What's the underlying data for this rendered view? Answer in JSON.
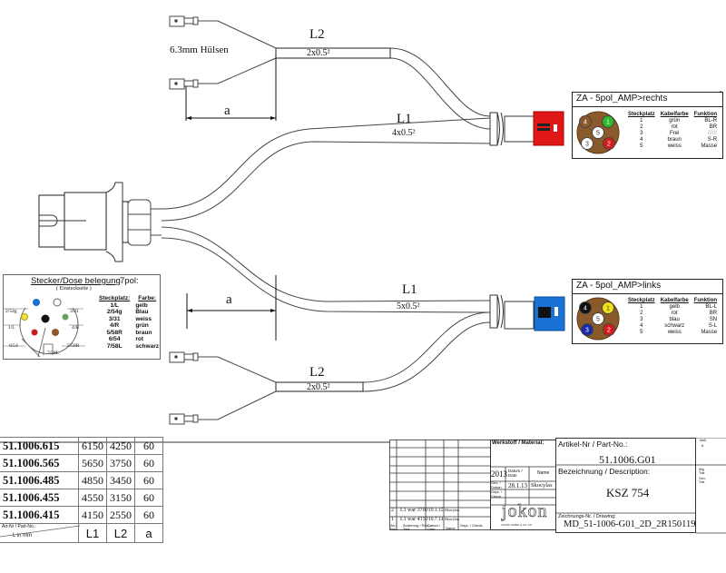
{
  "labels": {
    "hulsen": "6.3mm Hülsen",
    "l2_top": "L2",
    "l2_top_spec": "2x0.5²",
    "a_top": "a",
    "l1_top": "L1",
    "l1_top_spec": "4x0.5²",
    "a_bottom": "a",
    "l1_bottom": "L1",
    "l1_bottom_spec": "5x0.5²",
    "l2_bottom": "L2",
    "l2_bottom_spec": "2x0.5²"
  },
  "colors": {
    "connector_right": "#e01818",
    "connector_left": "#1a72d4",
    "socket_brown": "#8b5a2b"
  },
  "socket_right": {
    "title": "ZA - 5pol_AMP>rechts",
    "headers": [
      "Steckplatz",
      "Kabelfarbe",
      "Funktion"
    ],
    "rows": [
      {
        "pin": "1",
        "color": "grün",
        "function": "BL-R"
      },
      {
        "pin": "2",
        "color": "rot",
        "function": "BR"
      },
      {
        "pin": "3",
        "color": "Frei",
        "function": "//////"
      },
      {
        "pin": "4",
        "color": "braun",
        "function": "S-R"
      },
      {
        "pin": "5",
        "color": "weiss",
        "function": "Masse"
      }
    ],
    "pins": [
      {
        "n": "4",
        "color": "#8b5a2b"
      },
      {
        "n": "1",
        "color": "#2db82d"
      },
      {
        "n": "5",
        "color": "#ffffff"
      },
      {
        "n": "3",
        "color": "#ffffff"
      },
      {
        "n": "2",
        "color": "#d41c1c"
      }
    ]
  },
  "socket_left": {
    "title": "ZA - 5pol_AMP>links",
    "headers": [
      "Steckplatz",
      "Kabelfarbe",
      "Funktion"
    ],
    "rows": [
      {
        "pin": "1",
        "color": "gelb",
        "function": "BL-L"
      },
      {
        "pin": "2",
        "color": "rot",
        "function": "BR"
      },
      {
        "pin": "3",
        "color": "blau",
        "function": "SN"
      },
      {
        "pin": "4",
        "color": "schwarz",
        "function": "S-L"
      },
      {
        "pin": "5",
        "color": "weiss",
        "function": "Masse"
      }
    ],
    "pins": [
      {
        "n": "4",
        "color": "#111111"
      },
      {
        "n": "1",
        "color": "#f2e21c"
      },
      {
        "n": "5",
        "color": "#ffffff"
      },
      {
        "n": "3",
        "color": "#1c2aa8"
      },
      {
        "n": "2",
        "color": "#d41c1c"
      }
    ]
  },
  "plug7": {
    "title": "Stecker/Dose belegung",
    "title_suffix": "7pol:",
    "subtitle": "( Einsteckseite )",
    "headers": [
      "Steckplatz:",
      "Farbe:"
    ],
    "rows": [
      {
        "pin": "1/L",
        "color": "gelb"
      },
      {
        "pin": "2/54g",
        "color": "Blau"
      },
      {
        "pin": "3/31",
        "color": "weiss"
      },
      {
        "pin": "4/R",
        "color": "grün"
      },
      {
        "pin": "5/58R",
        "color": "braun"
      },
      {
        "pin": "6/54",
        "color": "rot"
      },
      {
        "pin": "7/58L",
        "color": "schwarz"
      }
    ],
    "pin_labels": [
      "2/54g",
      "3/31",
      "1/L",
      "4/R",
      "6/54",
      "5/58R",
      "7/58L"
    ]
  },
  "variants": {
    "rows": [
      {
        "part": "51.1006.615",
        "l1": "6150",
        "l2": "4250",
        "a": "60"
      },
      {
        "part": "51.1006.565",
        "l1": "5650",
        "l2": "3750",
        "a": "60"
      },
      {
        "part": "51.1006.485",
        "l1": "4850",
        "l2": "3450",
        "a": "60"
      },
      {
        "part": "51.1006.455",
        "l1": "4550",
        "l2": "3150",
        "a": "60"
      },
      {
        "part": "51.1006.415",
        "l1": "4150",
        "l2": "2550",
        "a": "60"
      }
    ],
    "footer_top": "Art-Nr / Part-No.:",
    "footer_bottom": "L in mm",
    "col_l1": "L1",
    "col_l2": "L2",
    "col_a": "a"
  },
  "title_block": {
    "revisions": [
      {
        "rev": "2",
        "change": "L1 war 3700",
        "date": "19.1.15",
        "name": "Skocylas"
      },
      {
        "rev": "1",
        "change": "L1 war 4150",
        "date": "10.7.14",
        "name": "Skocylas"
      }
    ],
    "rev_headers": {
      "rev": "Ab / Rev.",
      "change": "Änderung / Rev.-Text",
      "date": "Datum / Date",
      "name": "Name",
      "check": "Gepr. / Check."
    },
    "material_label": "Werkstoff / Material:",
    "year": "2013",
    "date_label": "Datum / Date",
    "name_label": "Name",
    "drawn_label": "Gez. / Drawn",
    "drawn_date": "28.1.13",
    "drawn_name": "Skocylas",
    "check_label": "Gepr. / Check",
    "logo": "jokon",
    "company_small": "JOKON GMBH & CO. KG",
    "part_no_label": "Artikel-Nr / Part-No.:",
    "part_no": "51.1006.G01",
    "desc_label": "Bezeichnung / Description:",
    "desc": "KSZ 754",
    "drawing_label": "Zeichnungs-Nr. / Drawing:",
    "drawing_no": "MD_51-1006-G01_2D_2R150119",
    "scale_label": "Maß",
    "scale_value": "8",
    "tol_label": "Allg. Tole",
    "gen_tol_label": "Gen. Tole"
  }
}
